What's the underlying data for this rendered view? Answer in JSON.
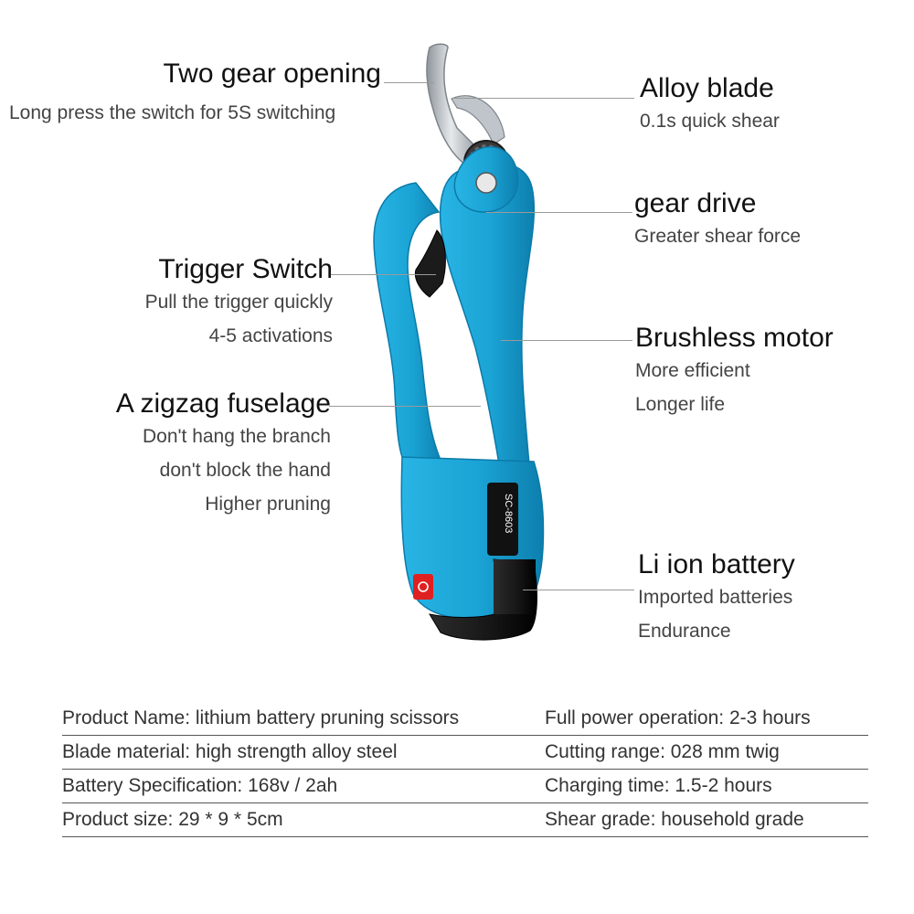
{
  "features": {
    "two_gear": {
      "title": "Two gear opening",
      "lines": [
        "Long press the switch for 5S switching"
      ]
    },
    "alloy_blade": {
      "title": "Alloy blade",
      "lines": [
        "0.1s quick shear"
      ]
    },
    "gear_drive": {
      "title": "gear drive",
      "lines": [
        "Greater shear force"
      ]
    },
    "trigger": {
      "title": "Trigger Switch",
      "lines": [
        "Pull the trigger quickly",
        "4-5 activations"
      ]
    },
    "motor": {
      "title": "Brushless motor",
      "lines": [
        "More efficient",
        "Longer life"
      ]
    },
    "fuselage": {
      "title": "A zigzag fuselage",
      "lines": [
        "Don't hang the branch",
        "don't block the hand",
        "Higher pruning"
      ]
    },
    "battery": {
      "title": "Li ion battery",
      "lines": [
        "Imported batteries",
        "Endurance"
      ]
    }
  },
  "product": {
    "model_label": "SC-8603"
  },
  "specs": [
    [
      "Product Name: lithium battery pruning scissors",
      "Full power operation: 2-3 hours"
    ],
    [
      "Blade material: high strength alloy steel",
      "Cutting range: 028 mm twig"
    ],
    [
      "Battery Specification: 168v / 2ah",
      "Charging time: 1.5-2 hours"
    ],
    [
      "Product size: 29 * 9 * 5cm",
      "Shear grade: household grade"
    ]
  ],
  "colors": {
    "body": "#1aa3d4",
    "body_dark": "#0f85b3",
    "blade": "#c9ced3",
    "battery": "#1b1b1b",
    "power_button": "#e02020"
  }
}
